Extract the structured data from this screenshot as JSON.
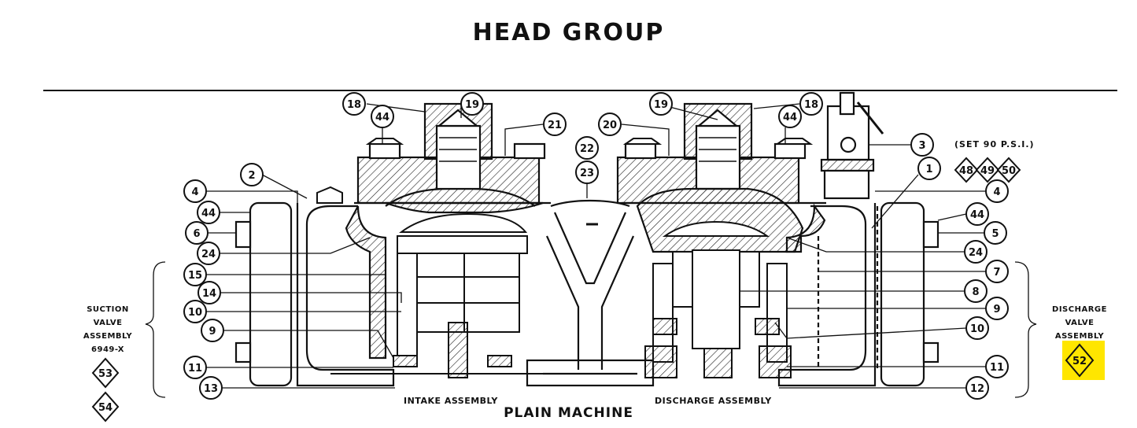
{
  "title": "HEAD GROUP",
  "subtitle": "PLAIN MACHINE",
  "labels": {
    "suction": [
      "SUCTION",
      "VALVE",
      "ASSEMBLY",
      "6949-X"
    ],
    "discharge": [
      "DISCHARGE",
      "VALVE",
      "ASSEMBLY"
    ],
    "intake_assembly": "INTAKE ASSEMBLY",
    "discharge_assembly": "DISCHARGE ASSEMBLY",
    "set_pressure": "(SET 90 P.S.I.)"
  },
  "callouts_circle": [
    "18",
    "44",
    "19",
    "21",
    "20",
    "22",
    "23",
    "19",
    "18",
    "44",
    "3",
    "2",
    "4",
    "44",
    "6",
    "24",
    "15",
    "14",
    "10",
    "9",
    "11",
    "13",
    "1",
    "4",
    "44",
    "5",
    "24",
    "7",
    "8",
    "9",
    "10",
    "11",
    "12"
  ],
  "callouts_diamond": [
    "48",
    "49",
    "50",
    "53",
    "54",
    "52"
  ],
  "highlight_color": "#ffe600"
}
